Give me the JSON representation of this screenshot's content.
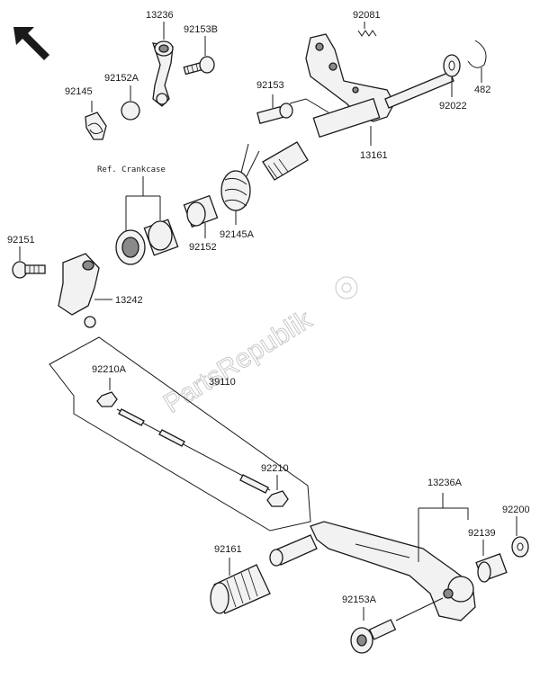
{
  "watermark": "PartsRepublik",
  "labels": {
    "p13236": "13236",
    "p92153B": "92153B",
    "p92081": "92081",
    "p92152A": "92152A",
    "p92145": "92145",
    "p92153": "92153",
    "p92022": "92022",
    "p482": "482",
    "p13161": "13161",
    "ref_crankcase": "Ref. Crankcase",
    "p92145A": "92145A",
    "p92152": "92152",
    "p92151": "92151",
    "p13242": "13242",
    "p92210A": "92210A",
    "p39110": "39110",
    "p92210": "92210",
    "p13236A": "13236A",
    "p92200": "92200",
    "p92139": "92139",
    "p92161": "92161",
    "p92153A": "92153A"
  }
}
